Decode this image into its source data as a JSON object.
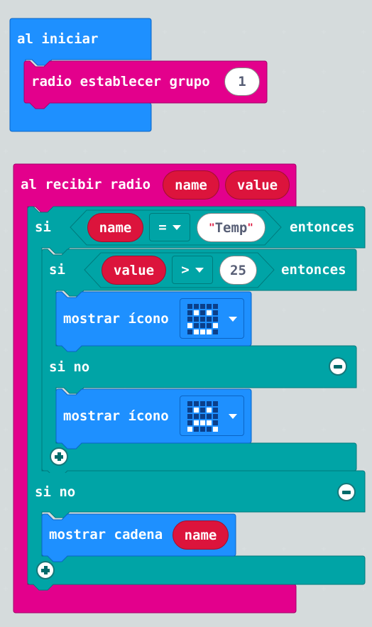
{
  "on_start": {
    "label": "al iniciar",
    "radio_group": {
      "label": "radio establecer grupo",
      "value": "1"
    }
  },
  "on_radio": {
    "label": "al recibir radio",
    "param1": "name",
    "param2": "value",
    "if_outer": {
      "if_label": "si",
      "left_var": "name",
      "op": "=",
      "quote_open": "\"",
      "string_value": "Temp",
      "quote_close": "\"",
      "then_label": "entonces",
      "if_inner": {
        "if_label": "si",
        "left_var": "value",
        "op": ">",
        "right_value": "25",
        "then_label": "entonces",
        "show_icon_1": "mostrar ícono",
        "else_label": "si no",
        "show_icon_2": "mostrar ícono"
      },
      "else_label": "si no",
      "show_string": "mostrar cadena",
      "show_string_var": "name"
    }
  },
  "colors": {
    "on_start": "#1e90ff",
    "radio": "#e3008c",
    "logic": "#00a4a6",
    "variable": "#dc143c",
    "basic": "#1e90ff"
  },
  "icons": {
    "icon1": [
      0,
      0,
      0,
      0,
      0,
      0,
      1,
      0,
      1,
      0,
      0,
      0,
      0,
      0,
      0,
      1,
      0,
      0,
      0,
      1,
      0,
      1,
      1,
      1,
      0
    ],
    "icon2": [
      0,
      0,
      0,
      0,
      0,
      0,
      1,
      0,
      1,
      0,
      0,
      0,
      0,
      0,
      0,
      0,
      1,
      1,
      1,
      0,
      1,
      0,
      0,
      0,
      1
    ]
  }
}
